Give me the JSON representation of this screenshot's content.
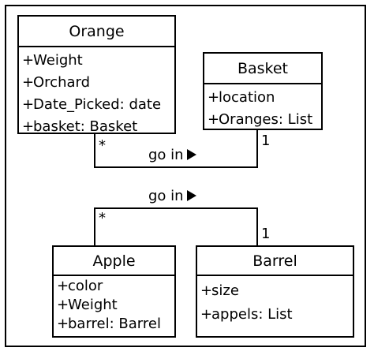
{
  "classes": {
    "orange": {
      "name": "Orange",
      "attributes": [
        {
          "sign": "+",
          "text": "Weight"
        },
        {
          "sign": "+",
          "text": "Orchard"
        },
        {
          "sign": "+",
          "text": "Date_Picked: date"
        },
        {
          "sign": "+",
          "text": "basket: Basket"
        }
      ]
    },
    "basket": {
      "name": "Basket",
      "attributes": [
        {
          "sign": "+",
          "text": "location"
        },
        {
          "sign": "+",
          "text": "Oranges: List"
        }
      ]
    },
    "apple": {
      "name": "Apple",
      "attributes": [
        {
          "sign": "+",
          "text": "color"
        },
        {
          "sign": "+",
          "text": "Weight"
        },
        {
          "sign": "+",
          "text": "barrel: Barrel"
        }
      ]
    },
    "barrel": {
      "name": "Barrel",
      "attributes": [
        {
          "sign": "+",
          "text": "size"
        },
        {
          "sign": "+",
          "text": "appels: List"
        }
      ]
    }
  },
  "associations": [
    {
      "label": "go in",
      "from_multiplicity": "*",
      "to_multiplicity": "1"
    },
    {
      "label": "go in",
      "from_multiplicity": "*",
      "to_multiplicity": "1"
    }
  ]
}
